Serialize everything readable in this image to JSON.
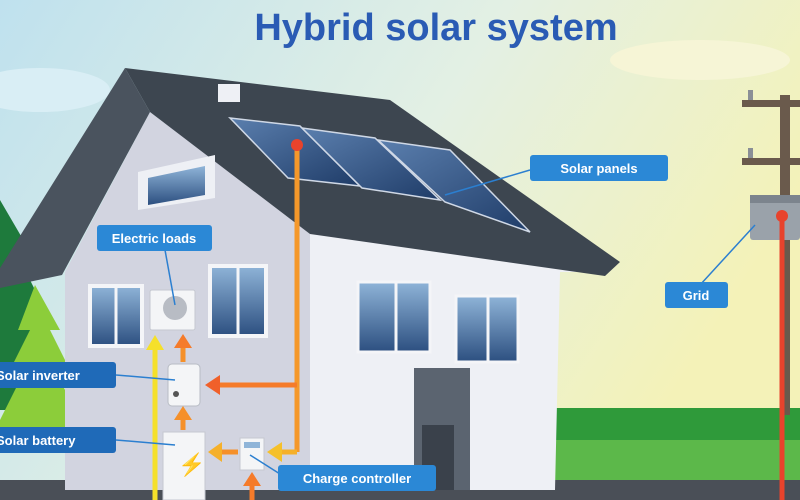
{
  "title": "Hybrid solar system",
  "labels": {
    "solar_panels": "Solar panels",
    "electric_loads": "Electric loads",
    "grid": "Grid",
    "solar_inverter": "Solar inverter",
    "solar_battery": "Solar battery",
    "charge_controller": "Charge controller"
  },
  "colors": {
    "title": "#2a5bb4",
    "label_bg": "#2b7fd0",
    "roof": "#3d4650",
    "grid_line": "#e8432c",
    "solar_line": "#f58a2a",
    "load_line": "#f5e02a"
  }
}
